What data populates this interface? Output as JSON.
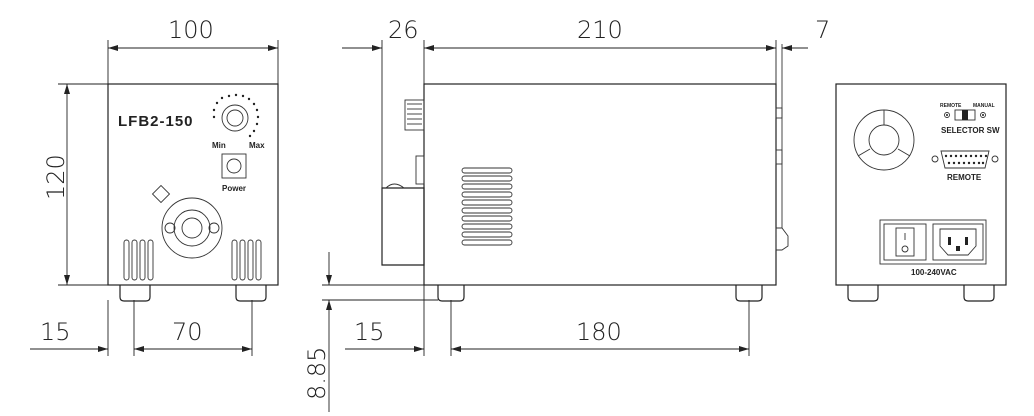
{
  "model_label": "LFB2-150",
  "front": {
    "knob_min_label": "Min",
    "knob_max_label": "Max",
    "power_label": "Power"
  },
  "rear": {
    "remote_small_label": "REMOTE",
    "manual_small_label": "MANUAL",
    "selector_label": "SELECTOR SW",
    "remote_label": "REMOTE",
    "voltage_label": "100-240VAC"
  },
  "dimensions": {
    "front_width": "100",
    "front_height": "120",
    "front_foot_offset": "15",
    "front_foot_spacing": "70",
    "side_knob_depth": "26",
    "side_body_depth": "210",
    "side_rear_depth": "7",
    "side_foot_offset": "15",
    "side_foot_spacing": "180",
    "foot_height": "8.85"
  },
  "colors": {
    "line": "#222222",
    "background": "#ffffff"
  }
}
